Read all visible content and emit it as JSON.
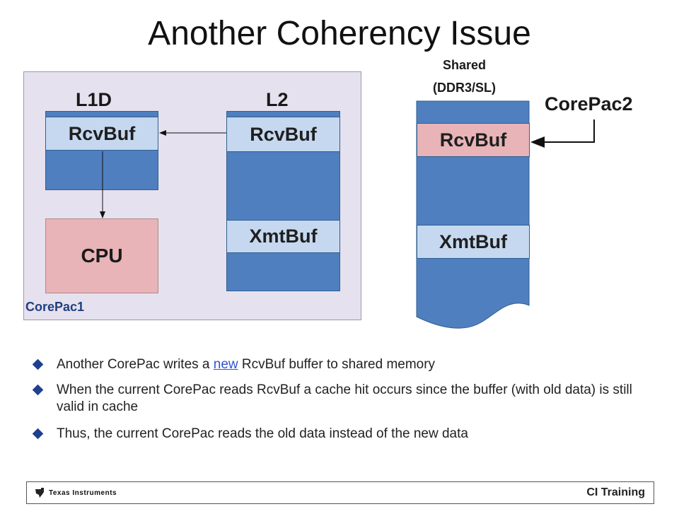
{
  "slide": {
    "title": "Another Coherency Issue"
  },
  "corepac1": {
    "label": "CorePac1",
    "l1d": {
      "label": "L1D",
      "rcvbuf": "RcvBuf"
    },
    "l2": {
      "label": "L2",
      "rcvbuf": "RcvBuf",
      "xmtbuf": "XmtBuf"
    },
    "cpu": "CPU"
  },
  "shared": {
    "label_line1": "Shared",
    "label_line2": "(DDR3/SL)",
    "rcvbuf": "RcvBuf",
    "xmtbuf": "XmtBuf"
  },
  "corepac2": {
    "label": "CorePac2"
  },
  "bullets": [
    {
      "pre": "Another CorePac writes a ",
      "link": "new",
      "post": " RcvBuf buffer to shared memory"
    },
    {
      "text": "When the current CorePac reads RcvBuf a cache hit occurs since the buffer (with old data) is still valid in cache"
    },
    {
      "text": "Thus, the current CorePac reads the old data instead of the new data"
    }
  ],
  "footer": {
    "company": "Texas Instruments",
    "brand": "CI Training"
  },
  "colors": {
    "memory_blue": "#4f7fbf",
    "buffer_light_blue": "#c5d8ef",
    "buffer_pink": "#e8b4b8",
    "corepac_background": "#e6e1ee",
    "bullet_marker": "#1f3f8f"
  },
  "icons": {
    "logo": "texas-instruments-logo-icon",
    "bullet": "diamond-bullet-icon"
  }
}
